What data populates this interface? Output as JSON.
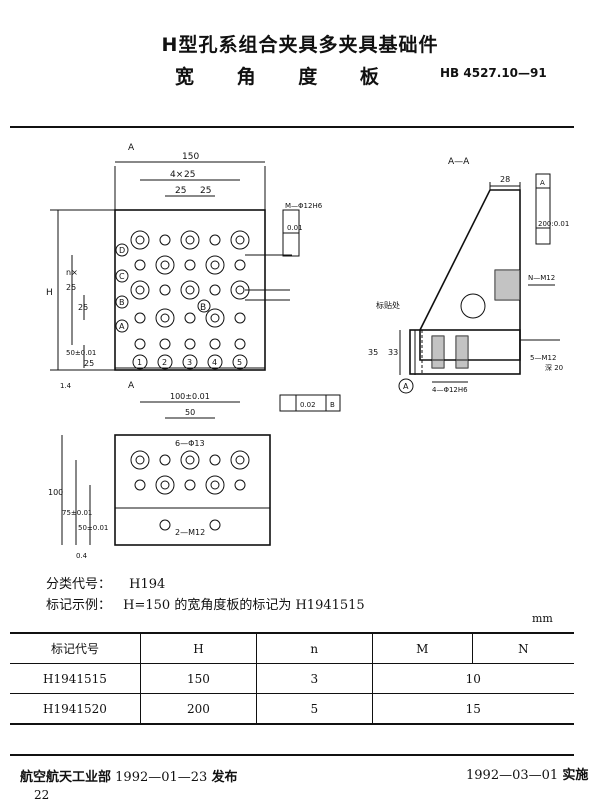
{
  "header": {
    "title": "H型孔系组合夹具多夹具基础件",
    "subtitle": "宽 角 度 板",
    "standard_no": "HB 4527.10—91"
  },
  "drawing": {
    "section_label_a": "A",
    "section_title": "A—A",
    "dim_150": "150",
    "dim_4x25": "4×",
    "dim_25": "25",
    "dim_h": "H",
    "dim_n25": "n×",
    "dim_50": "50±0.01",
    "dim_25b": "25",
    "tol_m": "M—Φ12H6",
    "tol_001": "0.01",
    "label_b": "B",
    "cols": [
      "1",
      "2",
      "3",
      "4",
      "5"
    ],
    "rows": [
      "D",
      "C",
      "B",
      "A"
    ],
    "dim_28": "28",
    "tol_perp": "200:0.01",
    "tol_ref_a": "A",
    "n_m12": "N—M12",
    "biaoming": "标贴处",
    "dim_35": "35",
    "dim_33": "33",
    "five_m12": "5—M12",
    "deep20": "深 20",
    "phi12h6": "4—Φ12H6",
    "dim_100": "100±0.01",
    "dim_50b": "50",
    "tol_002": "0.02",
    "tol_ref_b": "B",
    "six_phi13": "6—Φ13",
    "dim_100v": "100",
    "dim_75": "75±0.01",
    "dim_50c": "50±0.01",
    "two_m12": "2—M12",
    "rough_14": "1.4",
    "rough_04": "0.4"
  },
  "info": {
    "class_code_label": "分类代号：",
    "class_code": "H194",
    "mark_example_label": "标记示例：",
    "mark_example": "H=150 的宽角度板的标记为 H1941515",
    "unit": "mm"
  },
  "table": {
    "headers": [
      "标记代号",
      "H",
      "n",
      "M",
      "N"
    ],
    "rows": [
      {
        "code": "H1941515",
        "H": "150",
        "n": "3",
        "MN": "10"
      },
      {
        "code": "H1941520",
        "H": "200",
        "n": "5",
        "MN": "15"
      }
    ]
  },
  "footer": {
    "issuer": "航空航天工业部",
    "issue_date": "1992—01—23",
    "issue_word": "发布",
    "impl_date": "1992—03—01",
    "impl_word": "实施",
    "page": "22"
  }
}
